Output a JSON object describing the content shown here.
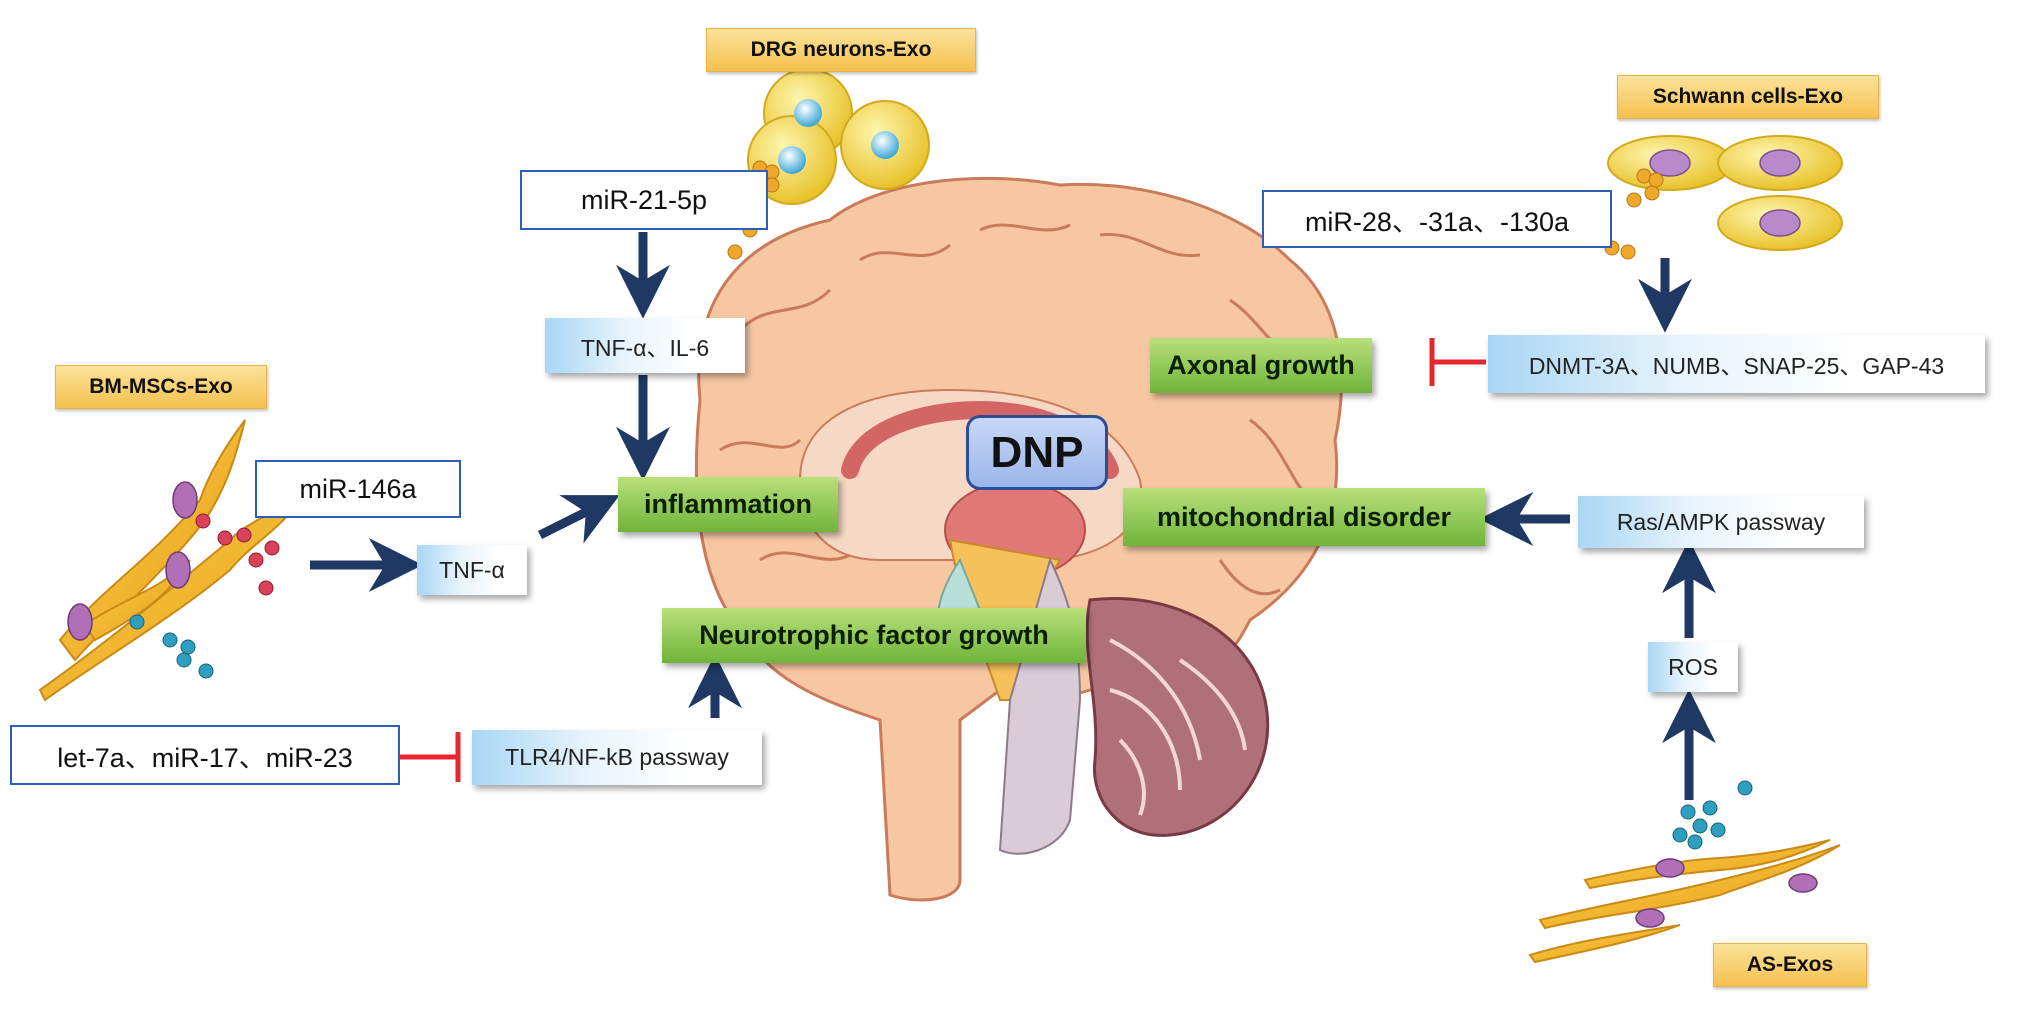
{
  "center": {
    "label": "DNP"
  },
  "sources": {
    "drg": "DRG neurons-Exo",
    "schwann": "Schwann cells-Exo",
    "bmmsc": "BM-MSCs-Exo",
    "as": "AS-Exos"
  },
  "mirnas": {
    "drg": "miR-21-5p",
    "schwann": "miR-28、-31a、-130a",
    "bmmsc_146a": "miR-146a",
    "bmmsc_let7a": "let-7a、miR-17、miR-23"
  },
  "targets": {
    "tnf_il6": "TNF-α、IL-6",
    "schwann_targets": "DNMT-3A、NUMB、SNAP-25、GAP-43",
    "tnf": "TNF-α",
    "tlr4": "TLR4/NF-kB passway",
    "ras_ampk": "Ras/AMPK passway",
    "ros": "ROS"
  },
  "effects": {
    "axonal": "Axonal growth",
    "inflammation": "inflammation",
    "mito": "mitochondrial disorder",
    "neurotrophic": "Neurotrophic factor growth"
  },
  "colors": {
    "arrow": "#1f3864",
    "inhibit": "#e8262d",
    "effect_green": "#6fb43a",
    "source_yellow": "#f5c04f",
    "mirna_border": "#2d5fb8"
  }
}
